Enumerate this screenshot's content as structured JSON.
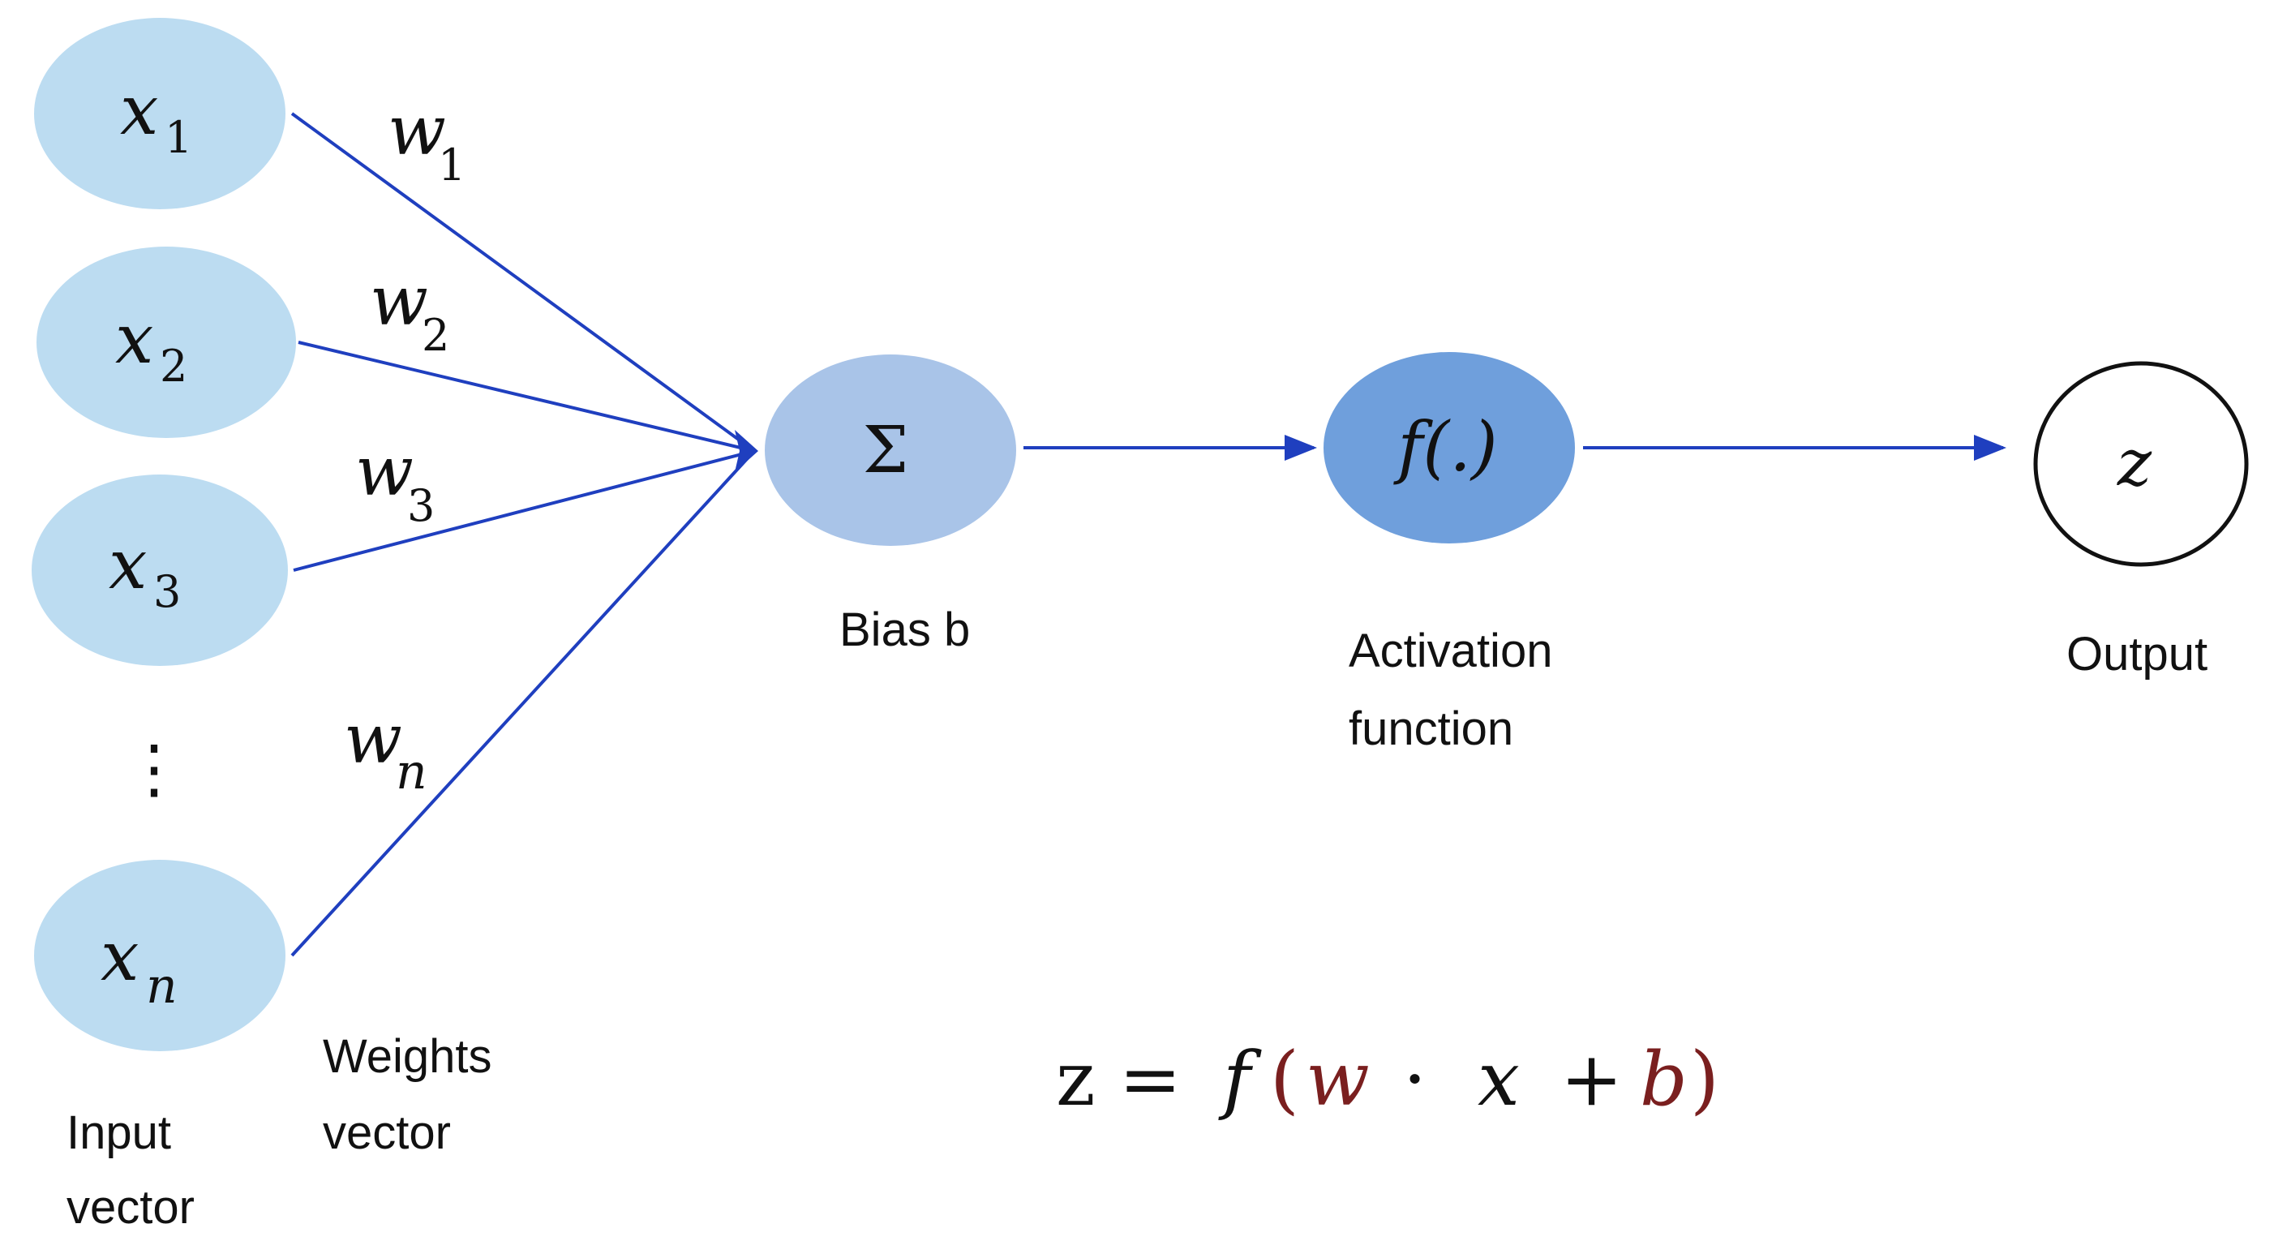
{
  "colors": {
    "input_node": "#bcdcf1",
    "sum_node": "#a9c4e8",
    "activation_node": "#6f9fdc",
    "output_node": "#ffffff",
    "arrow": "#1f3fbf",
    "formula_accent": "#7a1f1f"
  },
  "inputs": {
    "x1": {
      "base": "x",
      "sub": "1"
    },
    "x2": {
      "base": "x",
      "sub": "2"
    },
    "x3": {
      "base": "x",
      "sub": "3"
    },
    "xn": {
      "base": "x",
      "sub": "n"
    },
    "ellipsis": "⋮",
    "label_line1": "Input",
    "label_line2": "vector"
  },
  "weights": {
    "w1": {
      "base": "w",
      "sub": "1"
    },
    "w2": {
      "base": "w",
      "sub": "2"
    },
    "w3": {
      "base": "w",
      "sub": "3"
    },
    "wn": {
      "base": "w",
      "sub": "n"
    },
    "label_line1": "Weights",
    "label_line2": "vector"
  },
  "sum_node": {
    "symbol": "Σ",
    "label": "Bias b"
  },
  "activation_node": {
    "symbol": "f(.)",
    "label_line1": "Activation",
    "label_line2": "function"
  },
  "output_node": {
    "symbol": "z",
    "label": "Output"
  },
  "formula": {
    "lhs": "z =",
    "f": "f",
    "open": "(",
    "w": "w",
    "dot": "·",
    "x": "x",
    "plus": "+",
    "b": "b",
    "close": ")"
  }
}
